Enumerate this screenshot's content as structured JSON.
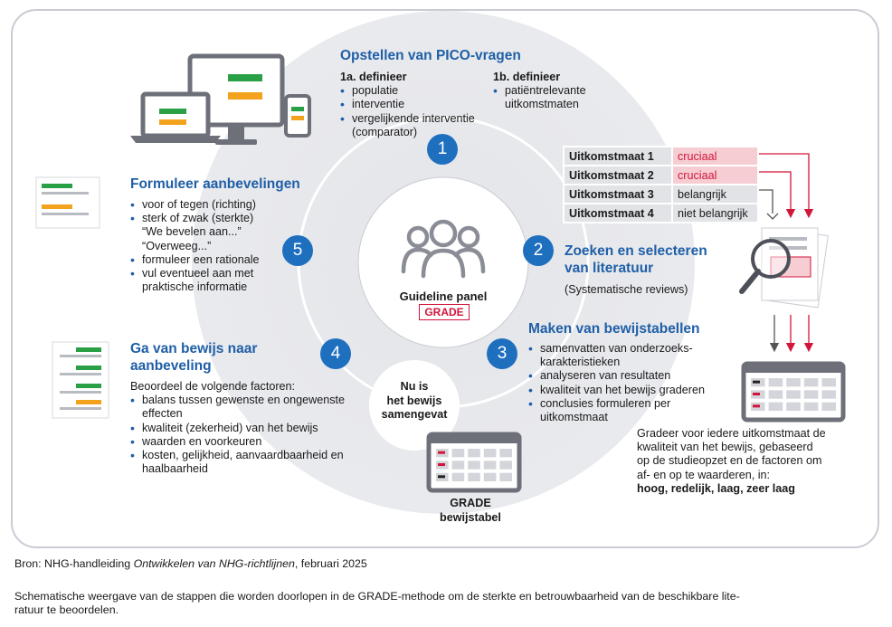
{
  "step1": {
    "number": "1",
    "title": "Opstellen van PICO-vragen",
    "col_a_heading": "1a. definieer",
    "col_a_items": [
      "populatie",
      "interventie",
      "vergelijkende interventie",
      "(comparator)"
    ],
    "col_b_heading": "1b. definieer",
    "col_b_items": [
      "patiëntrelevante",
      "uitkomstmaten"
    ]
  },
  "outcomes": [
    {
      "label": "Uitkomstmaat 1",
      "value": "cruciaal",
      "status": "critical"
    },
    {
      "label": "Uitkomstmaat 2",
      "value": "cruciaal",
      "status": "critical"
    },
    {
      "label": "Uitkomstmaat 3",
      "value": "belangrijk",
      "status": "important"
    },
    {
      "label": "Uitkomstmaat 4",
      "value": "niet belangrijk",
      "status": "important"
    }
  ],
  "step2": {
    "number": "2",
    "title_line1": "Zoeken en selecteren",
    "title_line2": "van literatuur",
    "subtitle": "(Systematische reviews)"
  },
  "step3": {
    "number": "3",
    "title": "Maken van bewijstabellen",
    "items": [
      "samenvatten van onderzoeks-",
      "karakteristieken",
      "analyseren van resultaten",
      "kwaliteit van het bewijs graderen",
      "conclusies formuleren per",
      "uitkomstmaat"
    ]
  },
  "grade_note": {
    "lines": [
      "Gradeer voor iedere uitkomstmaat de",
      "kwaliteit van het bewijs, gebaseerd",
      "op de studieopzet en de factoren om",
      "af- en op te waarderen, in:"
    ],
    "emphasis": "hoog, redelijk, laag, zeer laag"
  },
  "step4": {
    "number": "4",
    "title_line1": "Ga van bewijs naar",
    "title_line2": "aanbeveling",
    "intro": "Beoordeel de volgende factoren:",
    "items": [
      "balans tussen gewenste en ongewenste",
      "effecten",
      "kwaliteit (zekerheid) van het bewijs",
      "waarden en voorkeuren",
      "kosten, gelijkheid, aanvaardbaarheid en",
      "haalbaarheid"
    ]
  },
  "step5": {
    "number": "5",
    "title": "Formuleer aanbevelingen",
    "items": [
      "voor of tegen (richting)",
      "sterk of zwak (sterkte)",
      "“We bevelen aan...”",
      "“Overweeg...”",
      "formuleer een rationale",
      "vul eventueel aan met",
      "praktische informatie"
    ]
  },
  "center": {
    "label": "Guideline panel",
    "badge": "GRADE"
  },
  "summary_bubble": {
    "line1": "Nu is",
    "line2": "het bewijs",
    "line3": "samengevat"
  },
  "grade_table_caption": {
    "line1": "GRADE",
    "line2": "bewijstabel"
  },
  "source": {
    "prefix": "Bron: NHG-handleiding ",
    "italic": "Ontwikkelen van NHG-richtlijnen",
    "suffix": ", februari 2025"
  },
  "caption": {
    "line1": "Schematische weergave van de stappen die worden doorlopen in de GRADE-methode om de sterkte en betrouwbaarheid van de beschikbare lite-",
    "line2": "ratuur te beoordelen."
  },
  "colors": {
    "accent_blue": "#1f6fbf",
    "heading_blue": "#1f5fa7",
    "critical_red": "#d2153a",
    "green": "#2aa046",
    "orange": "#f2a21c"
  }
}
